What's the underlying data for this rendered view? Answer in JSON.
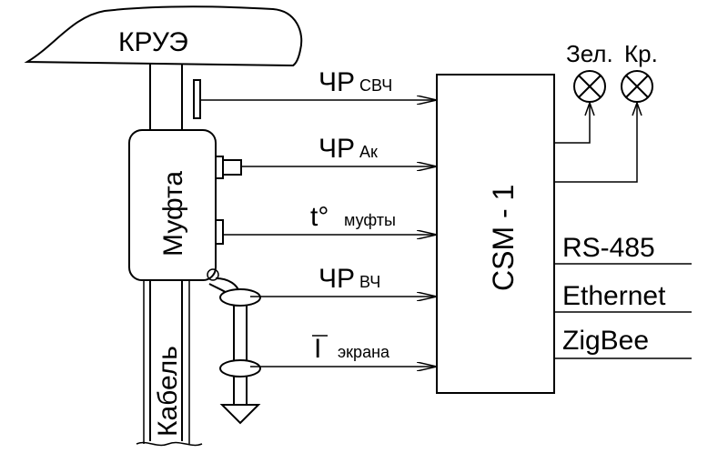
{
  "diagram": {
    "kruye_label": "КРУЭ",
    "mufta_label": "Муфта",
    "cable_label": "Кабель",
    "csm_label": "CSM - 1",
    "lamps": [
      {
        "label": "Зел."
      },
      {
        "label": "Кр."
      }
    ],
    "signals": [
      {
        "main": "ЧР",
        "sub": "СВЧ"
      },
      {
        "main": "ЧР",
        "sub": "Ак"
      },
      {
        "main": "t°",
        "sub": "муфты"
      },
      {
        "main": "ЧР",
        "sub": "ВЧ"
      },
      {
        "main": "I",
        "sub": "экрана"
      }
    ],
    "interfaces": [
      {
        "label": "RS-485"
      },
      {
        "label": "Ethernet"
      },
      {
        "label": "ZigBee"
      }
    ]
  }
}
